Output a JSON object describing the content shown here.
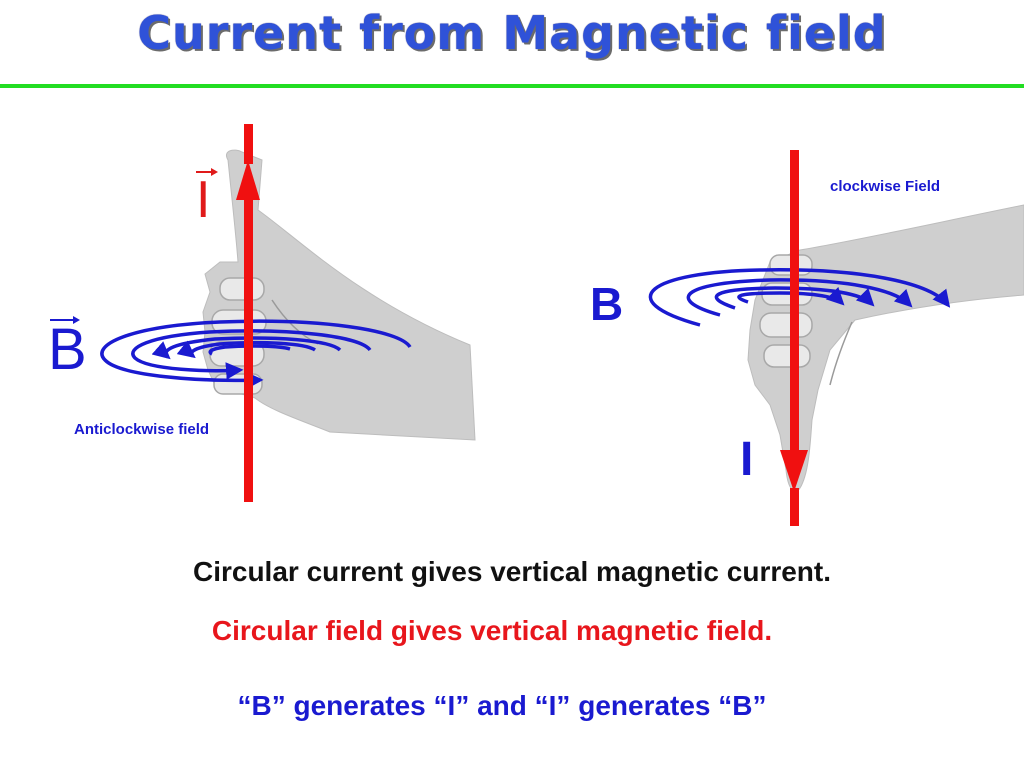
{
  "title": "Current from Magnetic field",
  "left_figure": {
    "current_label": "I",
    "field_label": "B",
    "direction_caption": "Anticlockwise field"
  },
  "right_figure": {
    "current_label": "I",
    "field_label": "B",
    "direction_caption": "clockwise Field"
  },
  "captions": {
    "line1": "Circular current gives vertical magnetic current.",
    "line2": "Circular field gives vertical magnetic field.",
    "line3": "“B” generates “I” and “I” generates “B”"
  },
  "colors": {
    "title": "#2f52d8",
    "rule": "#22dd22",
    "wire": "#f01010",
    "field": "#1a1ad0",
    "hand": "#cfcfcf"
  }
}
